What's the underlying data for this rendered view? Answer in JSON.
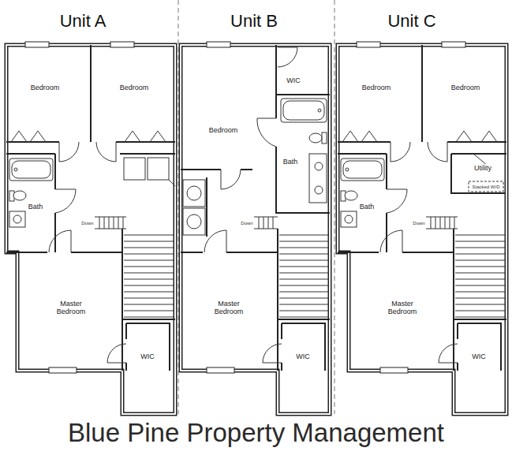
{
  "diagram": {
    "caption": "Blue Pine Property Management",
    "nodes": [
      {
        "text": [
          "Unit A"
        ]
      },
      {
        "text": [
          "Bedroom"
        ],
        "in": 0
      },
      {
        "text": [
          "Bedroom"
        ],
        "in": 0
      },
      {
        "text": [
          "Bath"
        ],
        "in": 0
      },
      {
        "text": [
          "Master Bedroom"
        ],
        "in": 0
      },
      {
        "text": [
          "WIC"
        ],
        "in": 0
      },
      {
        "text": [
          "Unit B"
        ]
      },
      {
        "text": [
          "Bedroom"
        ],
        "in": 6
      },
      {
        "text": [
          "WIC"
        ],
        "in": 6
      },
      {
        "text": [
          "Bath"
        ],
        "in": 6
      },
      {
        "text": [
          "Master Bedroom"
        ],
        "in": 6
      },
      {
        "text": [
          "WIC"
        ],
        "in": 6
      },
      {
        "text": [
          "Unit C"
        ]
      },
      {
        "text": [
          "Bedroom"
        ],
        "in": 12
      },
      {
        "text": [
          "Bedroom"
        ],
        "in": 12
      },
      {
        "text": [
          "Utility"
        ],
        "in": 12
      },
      {
        "text": [
          "Bath"
        ],
        "in": 12
      },
      {
        "text": [
          "Master Bedroom"
        ],
        "in": 12
      },
      {
        "text": [
          "WIC"
        ],
        "in": 12
      }
    ],
    "labels": [
      "Down",
      "Down",
      "Down",
      "Stacked W/D"
    ]
  }
}
